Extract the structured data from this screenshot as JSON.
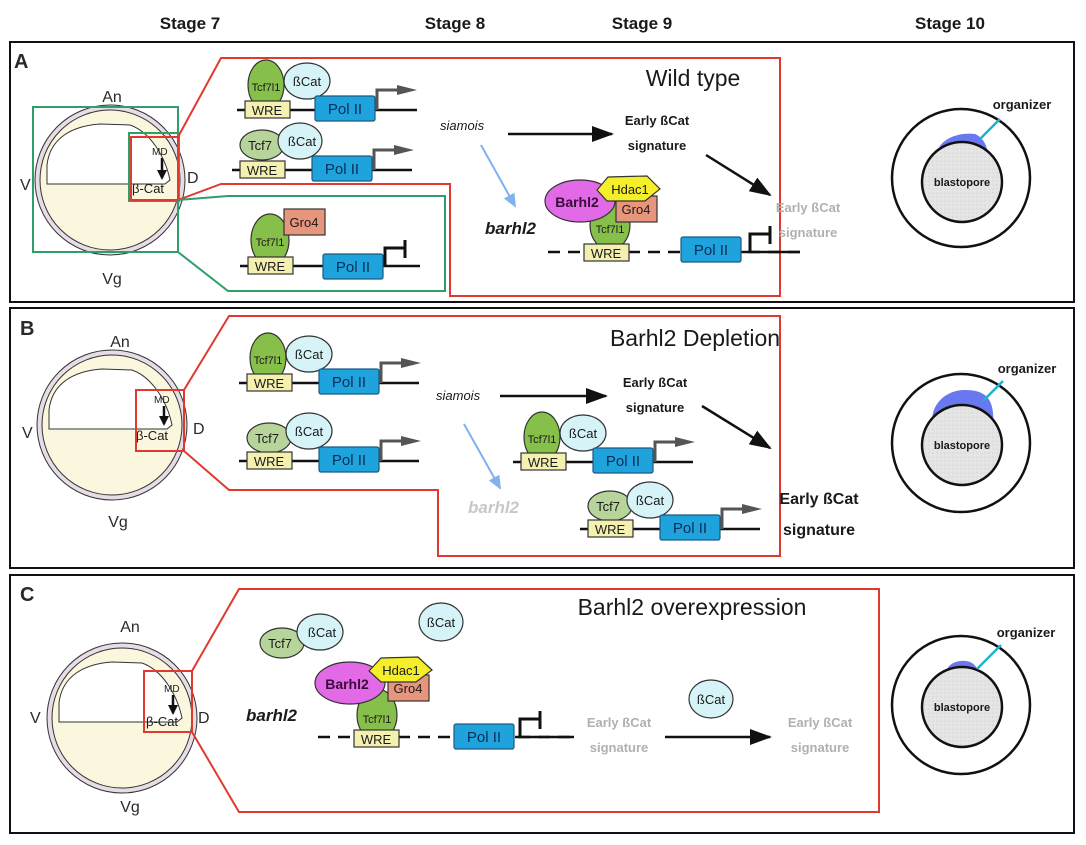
{
  "stages": [
    "Stage 7",
    "Stage 8",
    "Stage 9",
    "Stage 10"
  ],
  "colors": {
    "zoom_box_red": "#e03a2f",
    "zoom_box_green": "#2e9e6b",
    "tcf7l1": "#86bf4a",
    "tcf7": "#b7d59a",
    "bcat": "#d6f3f7",
    "pol2": "#1fa3dc",
    "wre": "#f4f0b0",
    "gro4": "#e8957d",
    "hdac1": "#f5ee2a",
    "barhl2": "#e36ae6",
    "organizer": "#6a78f0",
    "blastopore": "#e2e2e2",
    "embryo_fill": "#fbf6de",
    "faded_text": "#b0b0b0",
    "activation_arrow_blue": "#7fb2ee"
  },
  "embryo": {
    "animal": "An",
    "vegetal": "Vg",
    "ventral": "V",
    "dorsal": "D",
    "md": "MD",
    "bcat": "β-Cat"
  },
  "labels": {
    "tcf7l1": "Tcf7l1",
    "tcf7": "Tcf7",
    "bcat": "ßCat",
    "wre": "WRE",
    "pol2": "Pol II",
    "gro4": "Gro4",
    "hdac1": "Hdac1",
    "barhl2_protein": "Barhl2",
    "siamois": "siamois",
    "barhl2_gene": "barhl2",
    "sig_line1": "Early ßCat",
    "sig_line2": "signature",
    "organizer": "organizer",
    "blastopore": "blastopore"
  },
  "panels": [
    {
      "letter": "A",
      "condition": "Wild type",
      "organizer_size": "medium"
    },
    {
      "letter": "B",
      "condition": "Barhl2 Depletion",
      "organizer_size": "large"
    },
    {
      "letter": "C",
      "condition": "Barhl2 overexpression",
      "organizer_size": "small"
    }
  ]
}
